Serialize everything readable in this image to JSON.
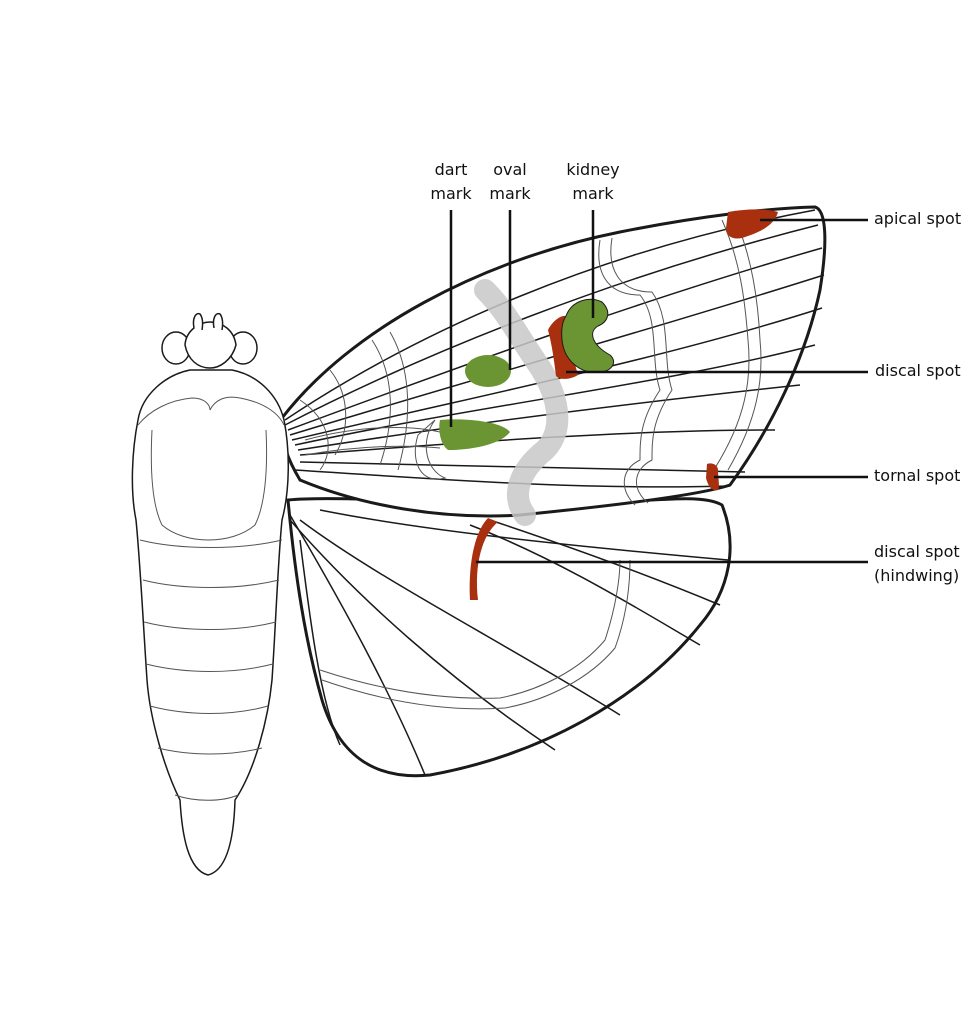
{
  "labels": {
    "dart_mark": [
      "dart",
      "mark"
    ],
    "oval_mark": [
      "oval",
      "mark"
    ],
    "kidney_mark": [
      "kidney",
      "mark"
    ],
    "apical_spot": "apical spot",
    "discal_spot": "discal spot",
    "tornal_spot": "tornal spot",
    "discal_spot_hindwing": [
      "discal spot",
      "(hindwing)"
    ]
  },
  "colors": {
    "green_mark": "#6b9432",
    "red_spot": "#a8300f",
    "outline": "#1a1a1a",
    "median_band": "#c8c8c8"
  }
}
